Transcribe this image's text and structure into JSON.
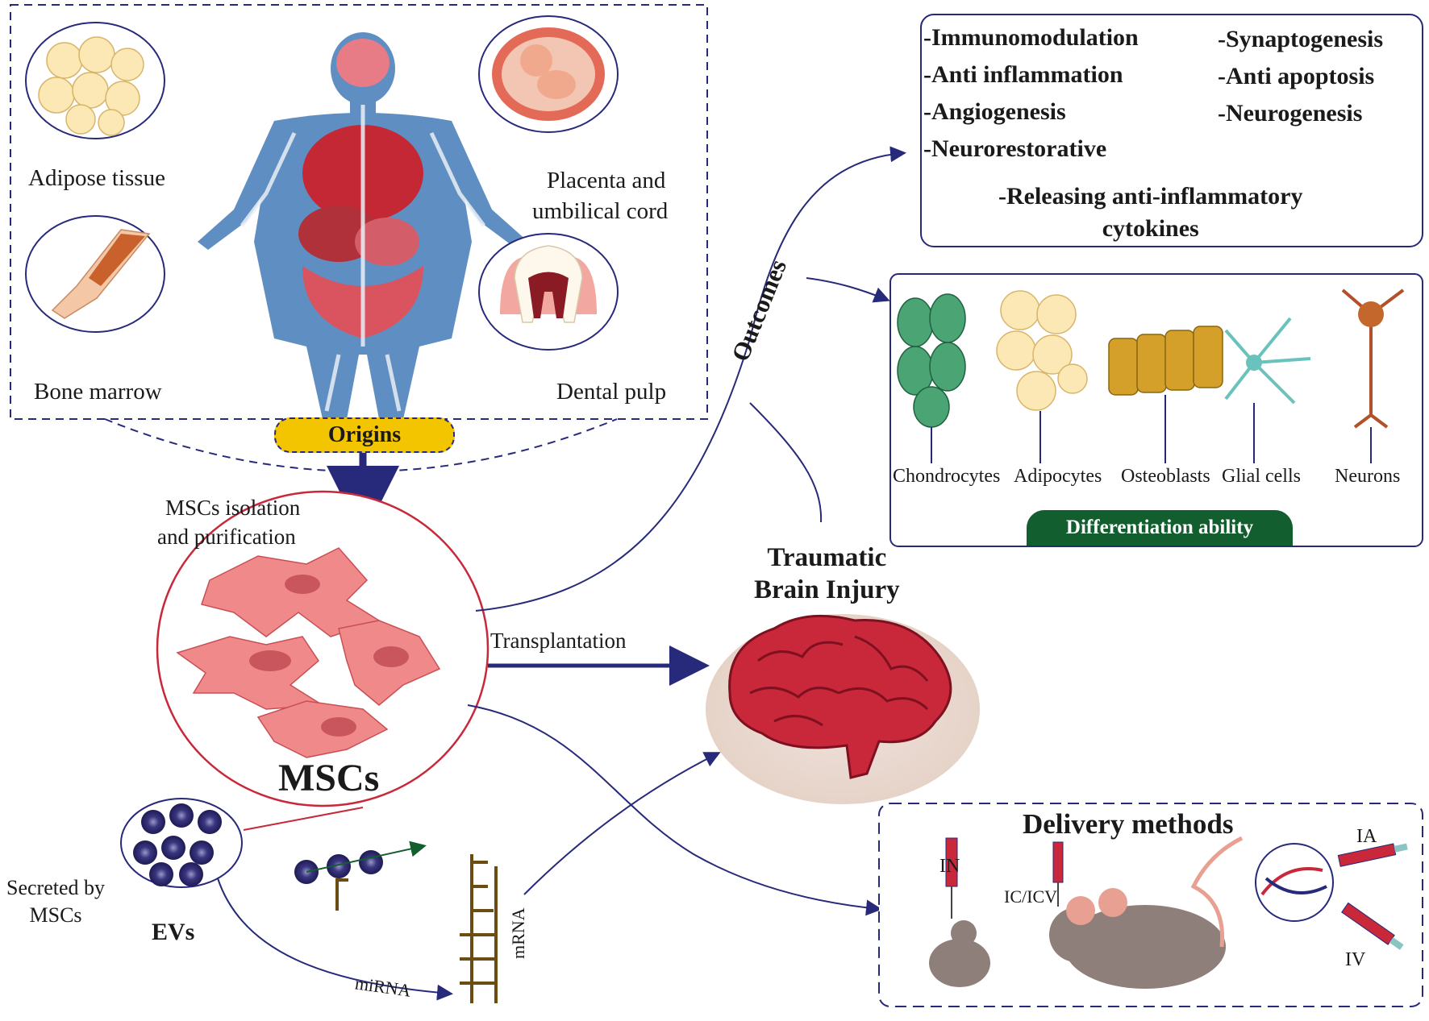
{
  "origins": {
    "sources": {
      "adipose": "Adipose tissue",
      "placenta_line1": "Placenta and",
      "placenta_line2": "umbilical cord",
      "bone_marrow": "Bone marrow",
      "dental_pulp": "Dental pulp"
    },
    "badge": "Origins"
  },
  "isolation": {
    "line1": "MSCs isolation",
    "line2": "and purification"
  },
  "mscs_label": "MSCs",
  "transplantation": "Transplantation",
  "tbi": {
    "line1": "Traumatic",
    "line2": "Brain Injury"
  },
  "outcomes_label": "Outcomes",
  "outcomes_effects": {
    "left": [
      "-Immunomodulation",
      "-Anti inflammation",
      "-Angiogenesis",
      "-Neurorestorative"
    ],
    "right": [
      "-Synaptogenesis",
      "-Anti apoptosis",
      "-Neurogenesis"
    ],
    "bottom_line1": "-Releasing anti-inflammatory",
    "bottom_line2": "cytokines"
  },
  "differentiation": {
    "cells": [
      "Chondrocytes",
      "Adipocytes",
      "Osteoblasts",
      "Glial cells",
      "Neurons"
    ],
    "badge": "Differentiation ability"
  },
  "evs": {
    "secreted_line1": "Secreted by",
    "secreted_line2": "MSCs",
    "label": "EVs",
    "mirna": "miRNA",
    "mrna": "mRNA"
  },
  "delivery": {
    "title": "Delivery methods",
    "routes": {
      "in": "IN",
      "icicv": "IC/ICV",
      "ia": "IA",
      "iv": "IV"
    }
  },
  "colors": {
    "navy": "#27297a",
    "origins_badge": "#f2c500",
    "differentiation_badge": "#135e2e",
    "msc_cell": "#f08a8a",
    "brain": "#c8283a",
    "ev_vesicle": "#2e2a6e"
  }
}
